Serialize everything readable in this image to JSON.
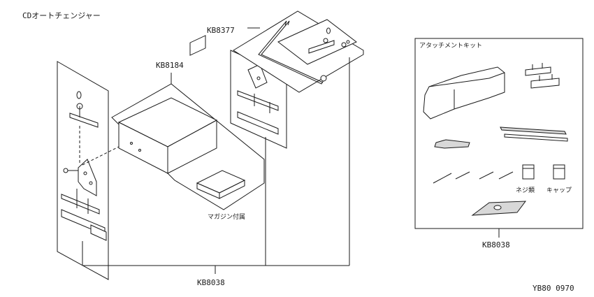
{
  "title": "CDオートチェンジャー",
  "labels": {
    "cd_changer_part": "KB8184",
    "cable_part": "KB8377",
    "bracket_set_part": "KB8038",
    "magazine_note": "マガジン付属",
    "attachment_kit_title": "アタッチメントキット",
    "attachment_kit_part": "KB8038",
    "screws": "ネジ類",
    "caps": "キャップ"
  },
  "figure_code": "YB80 0970"
}
